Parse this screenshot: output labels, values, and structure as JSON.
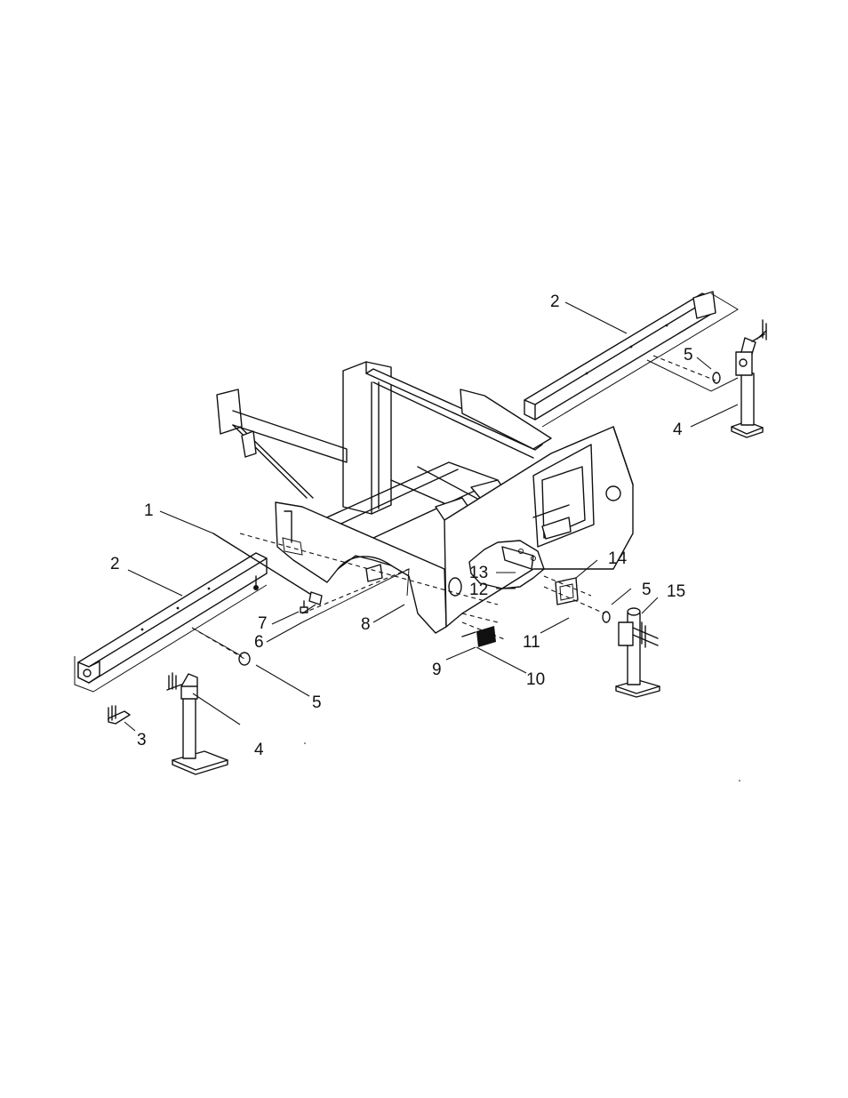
{
  "callouts": [
    {
      "id": "c1",
      "label": "1"
    },
    {
      "id": "c2a",
      "label": "2"
    },
    {
      "id": "c2b",
      "label": "2"
    },
    {
      "id": "c3",
      "label": "3"
    },
    {
      "id": "c4a",
      "label": "4"
    },
    {
      "id": "c4b",
      "label": "4"
    },
    {
      "id": "c5a",
      "label": "5"
    },
    {
      "id": "c5b",
      "label": "5"
    },
    {
      "id": "c5c",
      "label": "5"
    },
    {
      "id": "c6",
      "label": "6"
    },
    {
      "id": "c7",
      "label": "7"
    },
    {
      "id": "c8",
      "label": "8"
    },
    {
      "id": "c9",
      "label": "9"
    },
    {
      "id": "c10",
      "label": "10"
    },
    {
      "id": "c11",
      "label": "11"
    },
    {
      "id": "c12",
      "label": "12"
    },
    {
      "id": "c13",
      "label": "13"
    },
    {
      "id": "c14",
      "label": "14"
    },
    {
      "id": "c15",
      "label": "15"
    }
  ]
}
